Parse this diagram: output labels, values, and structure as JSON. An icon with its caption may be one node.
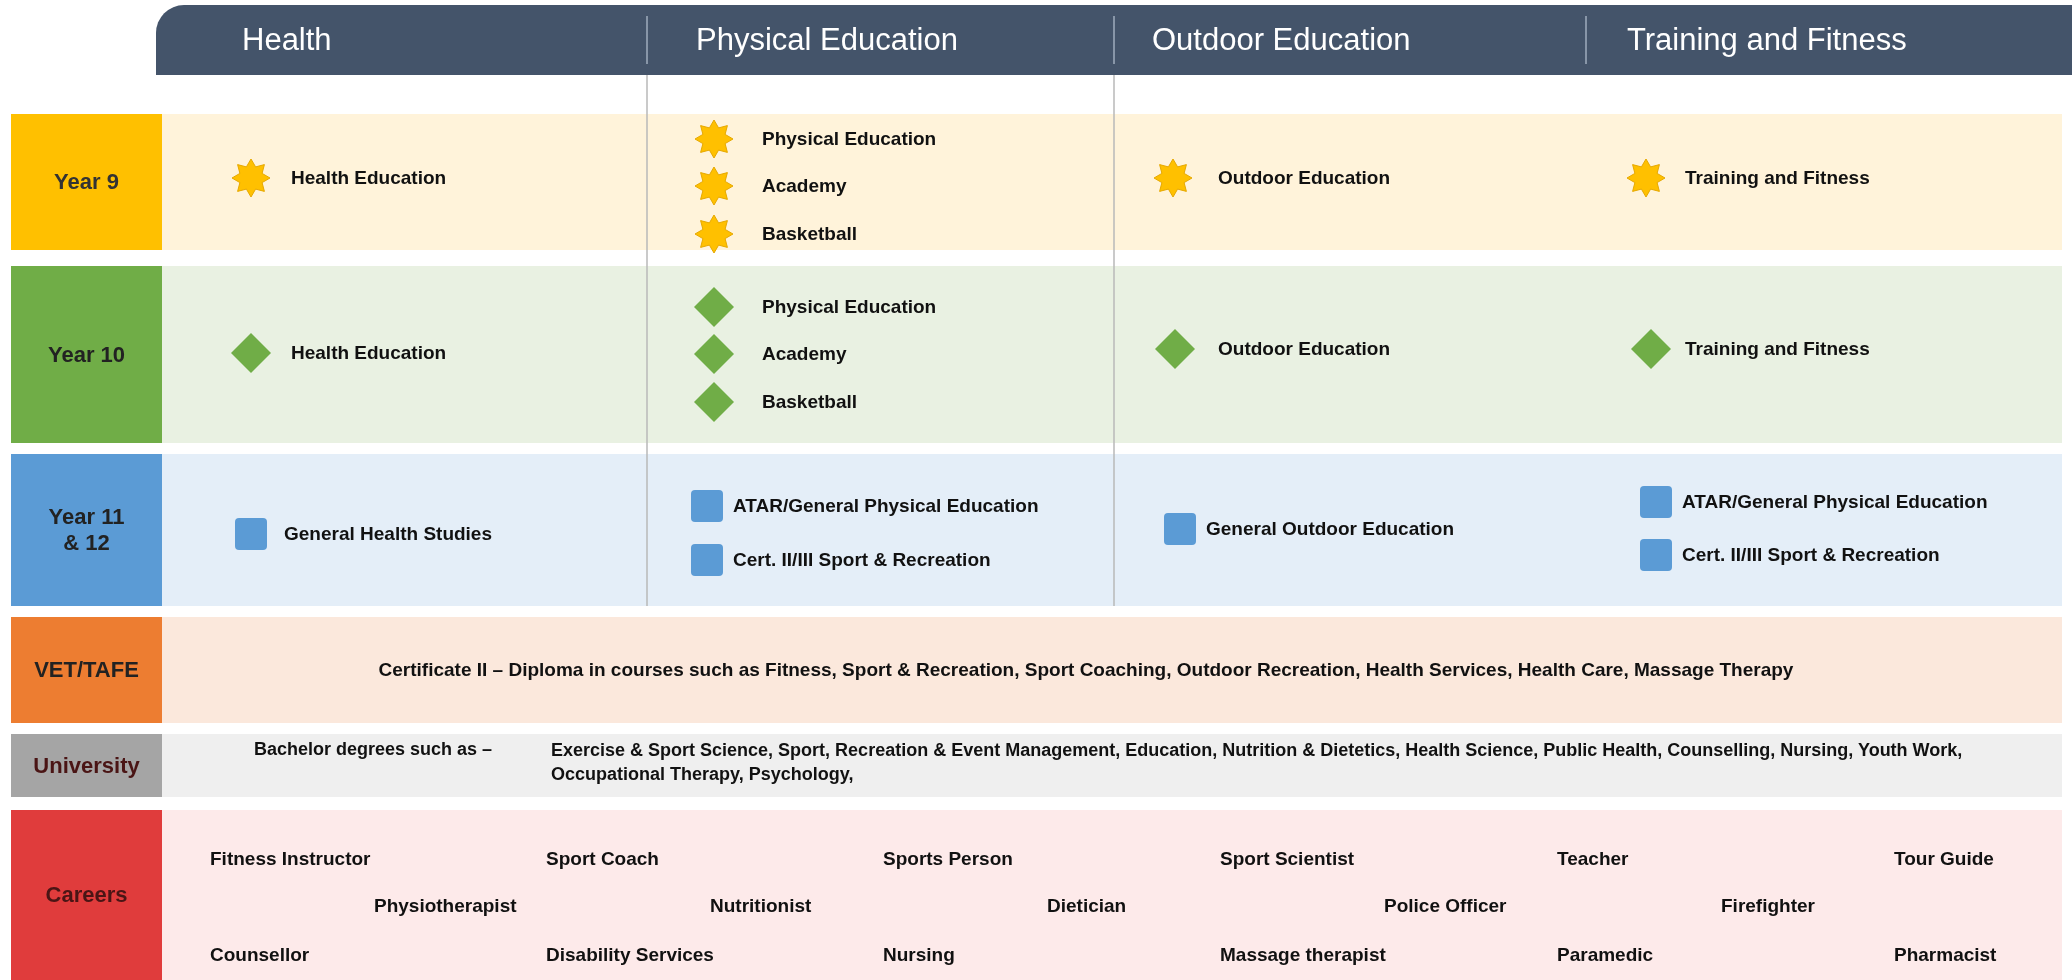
{
  "diagram": {
    "nodes": [
      {
        "text": [
          "Health",
          "Physical Education",
          "Outdoor Education",
          "Training and Fitness"
        ]
      },
      {
        "text": [
          "Year 9"
        ]
      },
      {
        "text": [
          "Health Education",
          "Physical Education",
          "Academy",
          "Basketball",
          "Outdoor Education",
          "Training and Fitness"
        ]
      },
      {
        "text": [
          "Year 10"
        ]
      },
      {
        "text": [
          "Health Education",
          "Physical Education",
          "Academy",
          "Basketball",
          "Outdoor Education",
          "Training and Fitness"
        ]
      },
      {
        "text": [
          "Year 11 & 12"
        ]
      },
      {
        "text": [
          "General Health Studies",
          "ATAR/General Physical Education",
          "Cert. II/III Sport & Recreation",
          "General Outdoor Education",
          "ATAR/General Physical Education",
          "Cert. II/III Sport & Recreation"
        ]
      },
      {
        "text": [
          "VET/TAFE"
        ]
      },
      {
        "text": [
          "Certificate II – Diploma in courses such as Fitness, Sport & Recreation, Sport Coaching, Outdoor Recreation, Health Services, Health Care, Massage Therapy"
        ]
      },
      {
        "text": [
          "University"
        ]
      },
      {
        "text": [
          "Bachelor degrees such as –",
          "Exercise & Sport Science, Sport, Recreation & Event Management, Education, Nutrition & Dietetics, Health Science, Public Health, Counselling, Nursing, Youth Work, Occupational Therapy, Psychology,"
        ]
      },
      {
        "text": [
          "Careers"
        ]
      },
      {
        "text": [
          "Fitness Instructor",
          "Sport Coach",
          "Sports Person",
          "Sport Scientist",
          "Teacher",
          "Tour Guide",
          "Physiotherapist",
          "Nutritionist",
          "Dietician",
          "Police Officer",
          "Firefighter",
          "Counsellor",
          "Disability Services",
          "Nursing",
          "Massage therapist",
          "Paramedic",
          "Pharmacist"
        ]
      }
    ],
    "edges": []
  }
}
